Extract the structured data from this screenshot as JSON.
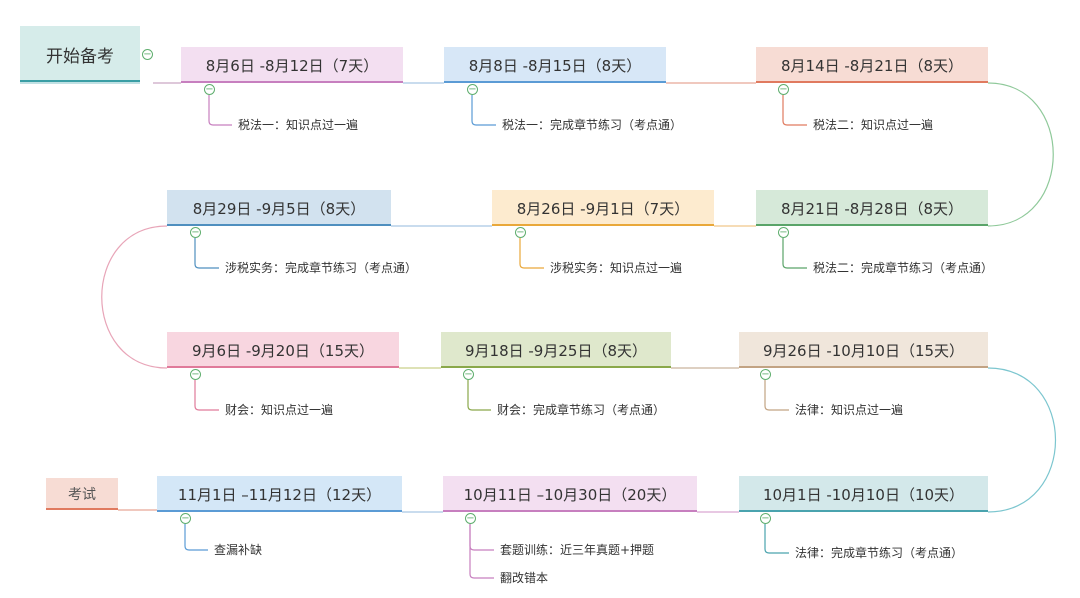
{
  "root": {
    "label": "开始备考"
  },
  "exam": {
    "label": "考试"
  },
  "rows": [
    [
      {
        "date": "8月6日 -8月12日（7天）",
        "bg": "#f3dff1",
        "line": "#c77fbf",
        "tasks": [
          "税法一：知识点过一遍"
        ]
      },
      {
        "date": "8月8日 -8月15日（8天）",
        "bg": "#d7e7f7",
        "line": "#5b9bd5",
        "tasks": [
          "税法一：完成章节练习（考点通）"
        ]
      },
      {
        "date": "8月14日 -8月21日（8天）",
        "bg": "#f7dcd4",
        "line": "#e07a5f",
        "tasks": [
          "税法二：知识点过一遍"
        ]
      }
    ],
    [
      {
        "date": "8月29日 -9月5日（8天）",
        "bg": "#d2e2ef",
        "line": "#4f8fbf",
        "tasks": [
          "涉税实务：完成章节练习（考点通）"
        ]
      },
      {
        "date": "8月26日 -9月1日（7天）",
        "bg": "#fdebcf",
        "line": "#e9a83a",
        "tasks": [
          "涉税实务：知识点过一遍"
        ]
      },
      {
        "date": "8月21日 -8月28日（8天）",
        "bg": "#d6e9d9",
        "line": "#5aa469",
        "tasks": [
          "税法二：完成章节练习（考点通）"
        ]
      }
    ],
    [
      {
        "date": "9月6日 -9月20日（15天）",
        "bg": "#f8d6e0",
        "line": "#e07a9a",
        "tasks": [
          "财会：知识点过一遍"
        ]
      },
      {
        "date": "9月18日 -9月25日（8天）",
        "bg": "#dfe8cc",
        "line": "#8aa84a",
        "tasks": [
          "财会：完成章节练习（考点通）"
        ]
      },
      {
        "date": "9月26日 -10月10日（15天）",
        "bg": "#f0e6db",
        "line": "#c2a383",
        "tasks": [
          "法律：知识点过一遍"
        ]
      }
    ],
    [
      {
        "date": "11月1日 –11月12日（12天）",
        "bg": "#d4e7f7",
        "line": "#5b9bd5",
        "tasks": [
          "查漏补缺"
        ]
      },
      {
        "date": "10月11日 –10月30日（20天）",
        "bg": "#f3dff1",
        "line": "#c77fbf",
        "tasks": [
          "套题训练：近三年真题+押题",
          "翻改错本"
        ]
      },
      {
        "date": "10月1日 -10月10日（10天）",
        "bg": "#d3e8ea",
        "line": "#4aa3ae",
        "tasks": [
          "法律：完成章节练习（考点通）"
        ]
      }
    ]
  ],
  "colors": {
    "root_bg": "#d6ecea",
    "root_line": "#3a9ea5",
    "exam_bg": "#f7dcd4",
    "exam_line": "#e07a5f",
    "toggle": "#5fae6e"
  }
}
